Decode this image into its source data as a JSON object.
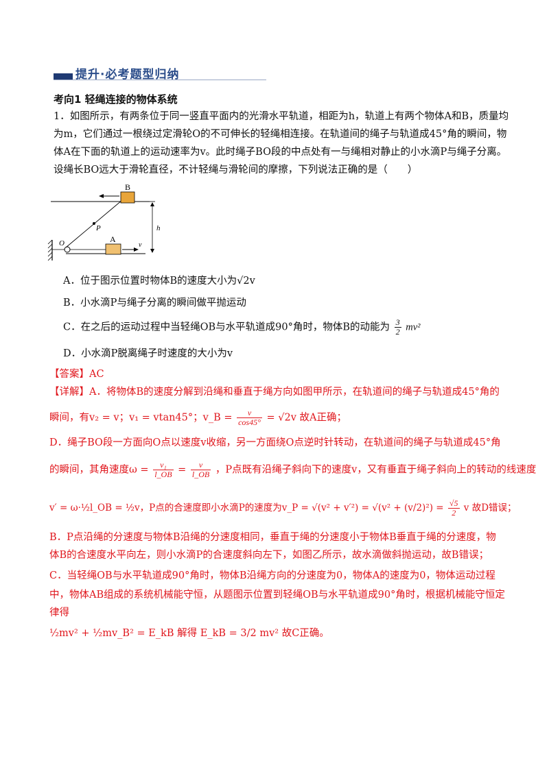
{
  "header": {
    "banner": "提升·必考题型归纳"
  },
  "section": {
    "title": "考向1  轻绳连接的物体系统"
  },
  "question": {
    "line1": "1．如图所示，有两条位于同一竖直平面内的光滑水平轨道，相距为h，轨道上有两个物体A和B，质量均",
    "line2": "为m，它们通过一根绕过定滑轮O的不可伸长的轻绳相连接。在轨道间的绳子与轨道成45°角的瞬间，物",
    "line3": "体A在下面的轨道上的运动速率为v。此时绳子BO段的中点处有一与绳相对静止的小水滴P与绳子分离。",
    "line4": "设绳长BO远大于滑轮直径，不计轻绳与滑轮间的摩擦，下列说法正确的是（　　）"
  },
  "figure": {
    "label_B": "B",
    "label_A": "A",
    "label_P": "P",
    "label_O": "O",
    "label_h": "h",
    "label_v": "v"
  },
  "options": {
    "A": "A．位于图示位置时物体B的速度大小为√2v",
    "B": "B．小水滴P与绳子分离的瞬间做平抛运动",
    "C_pre": "C．在之后的运动过程中当轻绳OB与水平轨道成90°角时，物体B的动能为",
    "C_num": "3",
    "C_den": "2",
    "C_post": "mv²",
    "D": "D．小水滴P脱离绳子时速度的大小为v"
  },
  "answer": {
    "label": "【答案】AC"
  },
  "detail": {
    "a1": "【详解】A．将物体B的速度分解到沿绳和垂直于绳方向如图甲所示，在轨道间的绳子与轨道成45°角的",
    "a2_pre": "瞬间，有v₂ = v；v₁ = vtan45°；v_B =",
    "a2_num": "v",
    "a2_den": "cos45°",
    "a2_post": "= √2v 故A正确；",
    "d1": "D．绳子BO段一方面向O点以速度v收缩，另一方面绕O点逆时针转动，在轨道间的绳子与轨道成45°角",
    "d2_pre": "的瞬间，其角速度ω =",
    "d2_num1": "v₁",
    "d2_den1": "l_OB",
    "d2_eq": "=",
    "d2_num2": "v",
    "d2_den2": "l_OB",
    "d2_post": "，P点既有沿绳子斜向下的速度v，又有垂直于绳子斜向上的转动的线速度",
    "d3_pre": "v′ = ω·½l_OB = ½v，P点的合速度即小水滴P的速度为v_P = √(v² + v′²) = √(v² + (v/2)²) =",
    "d3_num": "√5",
    "d3_den": "2",
    "d3_post": "v 故D错误；",
    "b1": "B．P点沿绳的分速度与物体B沿绳的分速度相同，垂直于绳的分速度小于物体B垂直于绳的分速度，物",
    "b2": "体B的合速度水平向左，则小水滴P的合速度斜向左下，如图乙所示，故水滴做斜抛运动，故B错误；",
    "c1": "C．当轻绳OB与水平轨道成90°角时，物体B沿绳方向的分速度为0，物体A的速度为0，物体运动过程",
    "c2": "中，物体AB组成的系统机械能守恒，从题图示位置到轻绳OB与水平轨道成90°角时，根据机械能守恒定",
    "c3": "律得",
    "c4": "½mv² + ½mv_B² = E_kB 解得 E_kB = 3/2 mv² 故C正确。"
  }
}
